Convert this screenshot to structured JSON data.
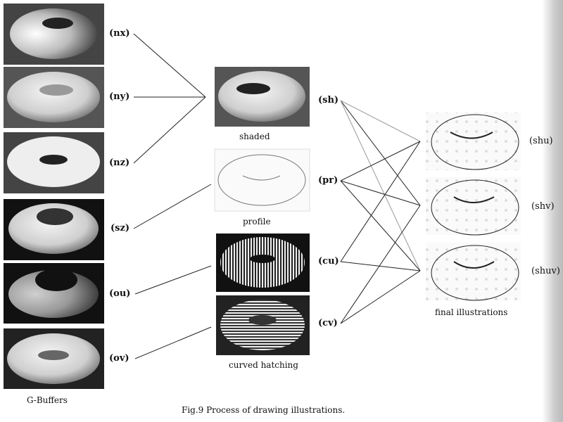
{
  "gbuffers": {
    "caption": "G-Buffers",
    "items": [
      {
        "label": "(nx)"
      },
      {
        "label": "(ny)"
      },
      {
        "label": "(nz)"
      },
      {
        "label": "(sz)"
      },
      {
        "label": "(ou)"
      },
      {
        "label": "(ov)"
      }
    ]
  },
  "intermediate": {
    "shaded": "shaded",
    "profile": "profile",
    "curved_hatching": "curved hatching"
  },
  "components": [
    {
      "label": "(sh)"
    },
    {
      "label": "(pr)"
    },
    {
      "label": "(cu)"
    },
    {
      "label": "(cv)"
    }
  ],
  "finals": {
    "caption": "final illustrations",
    "items": [
      {
        "label": "(shu)"
      },
      {
        "label": "(shv)"
      },
      {
        "label": "(shuv)"
      }
    ]
  },
  "figure_caption": "Fig.9 Process of drawing illustrations."
}
